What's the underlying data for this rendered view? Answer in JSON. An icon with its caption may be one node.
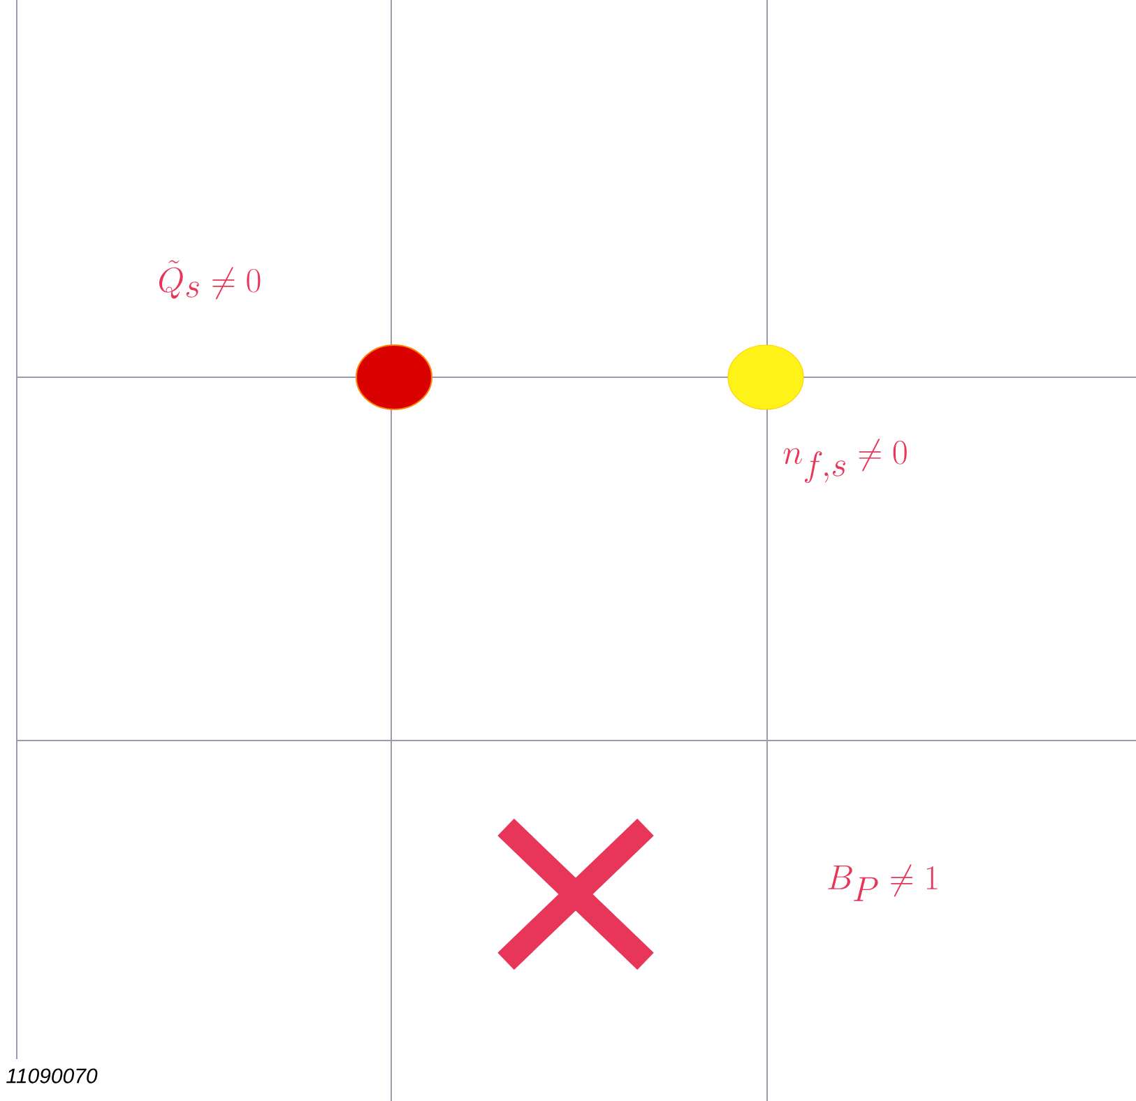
{
  "diagram": {
    "labels": [
      "\\tilde{Q}_s \\neq 0",
      "n_{f,s} \\neq 0",
      "B_P \\neq 1",
      "11090070"
    ]
  }
}
